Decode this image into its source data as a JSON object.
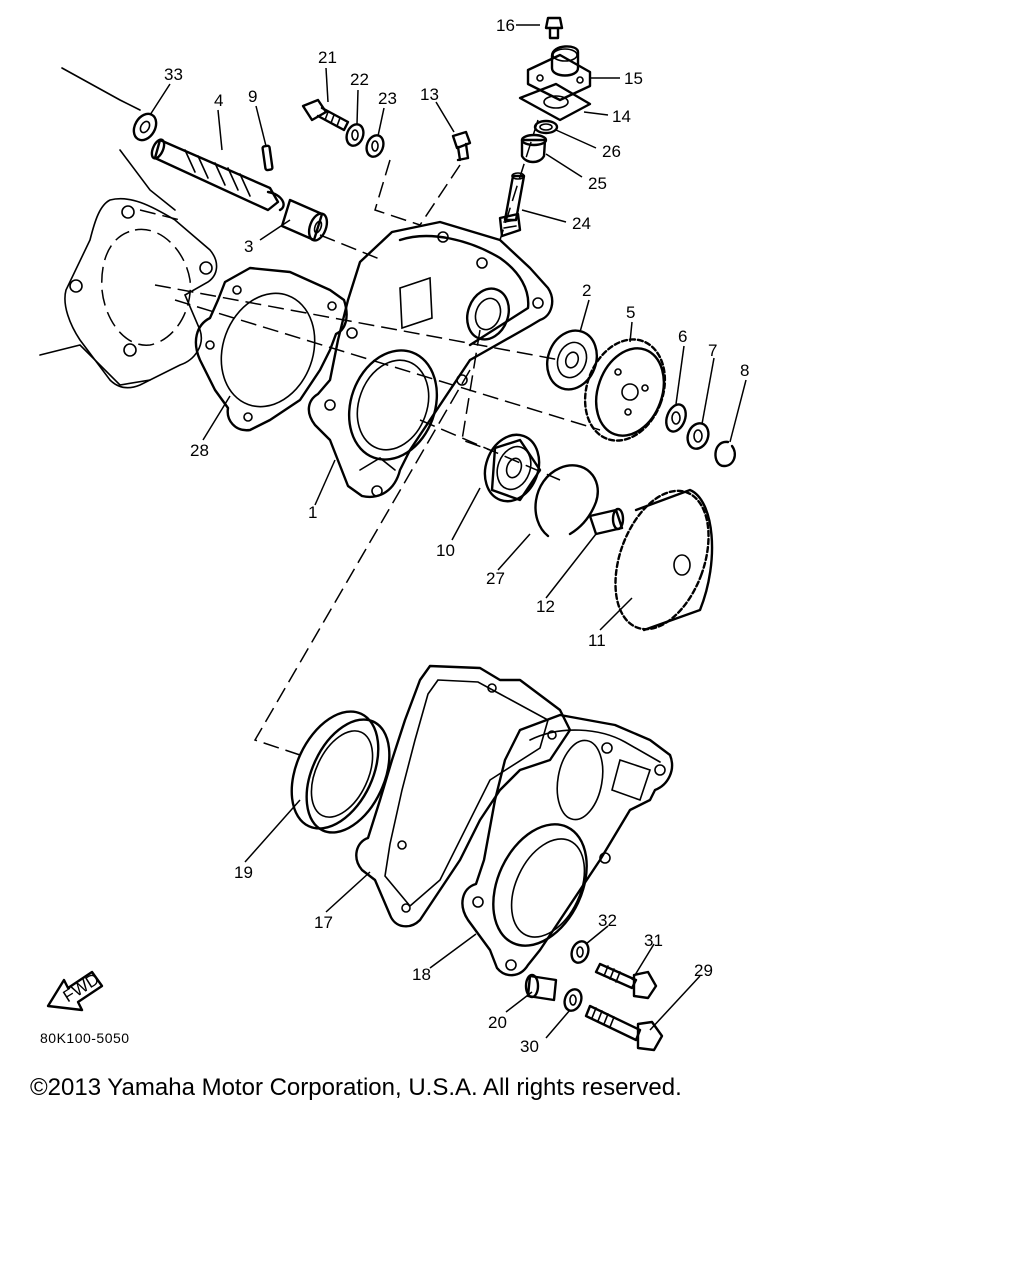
{
  "diagram": {
    "part_labels": [
      {
        "id": "16",
        "text": "16"
      },
      {
        "id": "15",
        "text": "15"
      },
      {
        "id": "14",
        "text": "14"
      },
      {
        "id": "26",
        "text": "26"
      },
      {
        "id": "25",
        "text": "25"
      },
      {
        "id": "24",
        "text": "24"
      },
      {
        "id": "21",
        "text": "21"
      },
      {
        "id": "22",
        "text": "22"
      },
      {
        "id": "23",
        "text": "23"
      },
      {
        "id": "13",
        "text": "13"
      },
      {
        "id": "33",
        "text": "33"
      },
      {
        "id": "4",
        "text": "4"
      },
      {
        "id": "9",
        "text": "9"
      },
      {
        "id": "3",
        "text": "3"
      },
      {
        "id": "2",
        "text": "2"
      },
      {
        "id": "5",
        "text": "5"
      },
      {
        "id": "6",
        "text": "6"
      },
      {
        "id": "7",
        "text": "7"
      },
      {
        "id": "8",
        "text": "8"
      },
      {
        "id": "28",
        "text": "28"
      },
      {
        "id": "1",
        "text": "1"
      },
      {
        "id": "10",
        "text": "10"
      },
      {
        "id": "27",
        "text": "27"
      },
      {
        "id": "12",
        "text": "12"
      },
      {
        "id": "11",
        "text": "11"
      },
      {
        "id": "19",
        "text": "19"
      },
      {
        "id": "17",
        "text": "17"
      },
      {
        "id": "18",
        "text": "18"
      },
      {
        "id": "32",
        "text": "32"
      },
      {
        "id": "31",
        "text": "31"
      },
      {
        "id": "29",
        "text": "29"
      },
      {
        "id": "20",
        "text": "20"
      },
      {
        "id": "30",
        "text": "30"
      }
    ],
    "fwd_marker": "FWD",
    "diagram_code": "80K100-5050"
  },
  "footer": {
    "copyright": "©2013 Yamaha Motor Corporation, U.S.A. All rights reserved."
  }
}
